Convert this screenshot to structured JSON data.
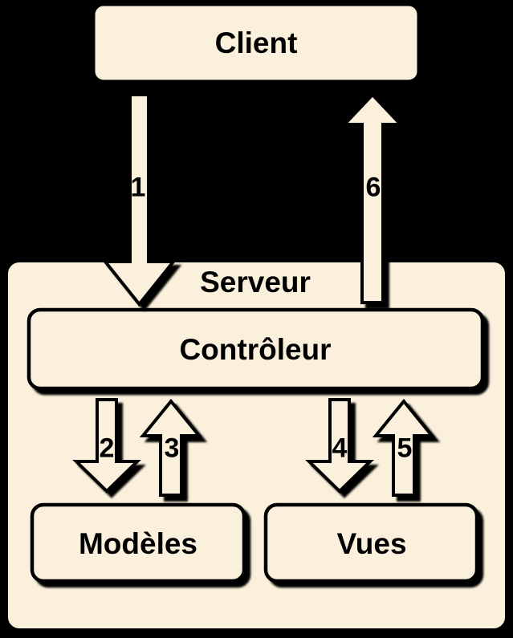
{
  "colors": {
    "background": "#000000",
    "box_fill": "#FAF0DB",
    "outline": "#000000",
    "text": "#000000"
  },
  "nodes": {
    "client": {
      "label": "Client"
    },
    "serveur": {
      "label": "Serveur"
    },
    "controleur": {
      "label": "Contrôleur"
    },
    "modeles": {
      "label": "Modèles"
    },
    "vues": {
      "label": "Vues"
    }
  },
  "arrows": [
    {
      "label": "1",
      "direction": "down"
    },
    {
      "label": "2",
      "direction": "down"
    },
    {
      "label": "3",
      "direction": "up"
    },
    {
      "label": "4",
      "direction": "down"
    },
    {
      "label": "5",
      "direction": "up"
    },
    {
      "label": "6",
      "direction": "up"
    }
  ]
}
